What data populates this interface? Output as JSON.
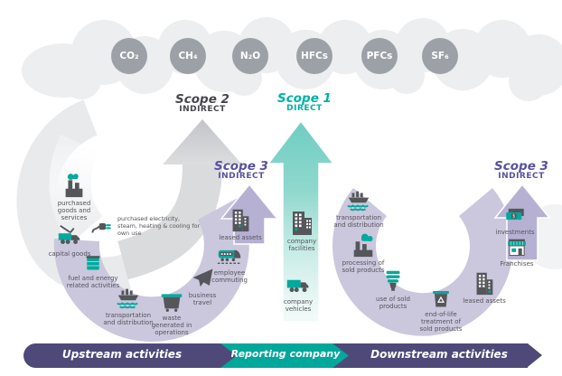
{
  "gases": [
    "CO₂",
    "CH₄",
    "N₂O",
    "HFCs",
    "PFCs",
    "SF₆"
  ],
  "scopes": {
    "scope2": {
      "name": "Scope 2",
      "kind": "INDIRECT"
    },
    "scope1": {
      "name": "Scope 1",
      "kind": "DIRECT"
    },
    "scope3_up": {
      "name": "Scope 3",
      "kind": "INDIRECT"
    },
    "scope3_down": {
      "name": "Scope 3",
      "kind": "INDIRECT"
    }
  },
  "upstream": {
    "purchased_goods": "purchased goods and services",
    "capital_goods": "capital goods",
    "purchased_energy": "purchased electricity, steam, heating & cooling for own use",
    "fuel_energy": "fuel and energy related activities",
    "transportation": "transportation and distribution",
    "waste": "waste generated in operations",
    "business_travel": "business travel",
    "employee_commuting": "employee commuting",
    "leased_assets": "leased assets"
  },
  "company": {
    "facilities": "company facilities",
    "vehicles": "company vehicles"
  },
  "downstream": {
    "transportation": "transportation and distribution",
    "processing": "processing of sold products",
    "use": "use of sold products",
    "end_of_life": "end-of-life treatment of sold products",
    "leased_assets": "leased assets",
    "franchises": "Franchises",
    "investments": "investments"
  },
  "footer": {
    "upstream": "Upstream activities",
    "reporting": "Reporting company",
    "downstream": "Downstream activities"
  },
  "colors": {
    "teal_accent": "#00A99D",
    "teal_arrow": "#7FD1C7",
    "purple_footer": "#4F4979",
    "purple_scope3_text": "#5B50A0",
    "lavender_arc": "#CBC7DD",
    "lavender_arrow": "#B6B1D3",
    "gray_arrow": "#CDCED2",
    "gas_badge": "#9BA1A7",
    "cloud": "#ECEEEF",
    "icon_dark": "#55565A",
    "label_text": "#54545B",
    "scope2_text": "#46464E",
    "scope1_text": "#00B1A5"
  }
}
